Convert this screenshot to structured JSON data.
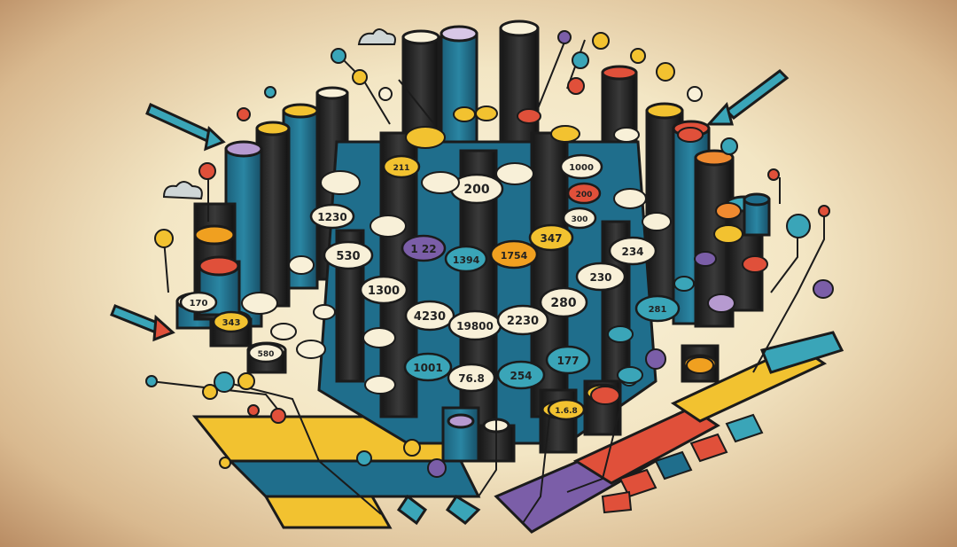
{
  "illustration": {
    "description_colors": {
      "teal": "#1f6e8c",
      "dark": "#1b1b1b",
      "cream": "#f8f0d8",
      "orange": "#f0a020",
      "red": "#e0503a",
      "purple": "#7b5ea8",
      "cyan": "#3aa5b8",
      "yellow": "#f2c230"
    },
    "bubble_labels": [
      "1230",
      "530",
      "1300",
      "4230",
      "1001",
      "200",
      "1 22",
      "1394",
      "19800",
      "76.8",
      "1754",
      "2230",
      "254",
      "347",
      "230",
      "280",
      "177",
      "234",
      "1000",
      "200",
      "300",
      "211",
      "170",
      "343",
      "580",
      "281",
      "1.6.8"
    ],
    "icons": [
      "cloud-icon",
      "arrow-icon"
    ]
  }
}
